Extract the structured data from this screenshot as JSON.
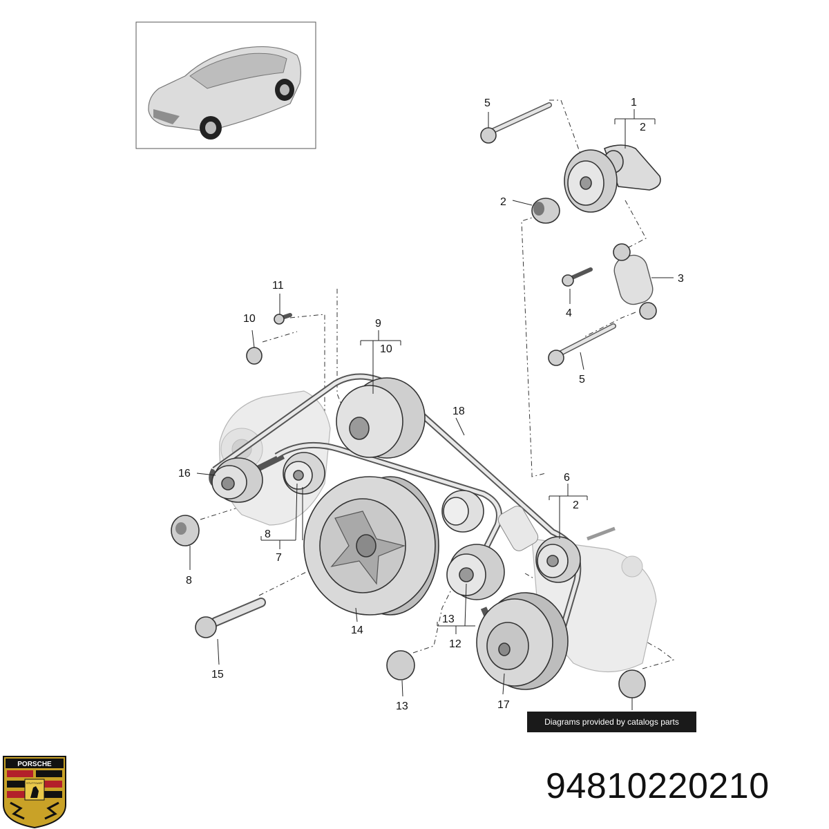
{
  "diagram": {
    "callouts": [
      {
        "id": "c1",
        "text": "1"
      },
      {
        "id": "c2a",
        "text": "2"
      },
      {
        "id": "c2b",
        "text": "2"
      },
      {
        "id": "c3",
        "text": "3"
      },
      {
        "id": "c4",
        "text": "4"
      },
      {
        "id": "c5a",
        "text": "5"
      },
      {
        "id": "c5b",
        "text": "5"
      },
      {
        "id": "c6",
        "text": "6"
      },
      {
        "id": "c2c",
        "text": "2"
      },
      {
        "id": "c7",
        "text": "7"
      },
      {
        "id": "c8a",
        "text": "8"
      },
      {
        "id": "c8b",
        "text": "8"
      },
      {
        "id": "c9",
        "text": "9"
      },
      {
        "id": "c10a",
        "text": "10"
      },
      {
        "id": "c10b",
        "text": "10"
      },
      {
        "id": "c11",
        "text": "11"
      },
      {
        "id": "c12",
        "text": "12"
      },
      {
        "id": "c13a",
        "text": "13"
      },
      {
        "id": "c13b",
        "text": "13"
      },
      {
        "id": "c14",
        "text": "14"
      },
      {
        "id": "c15",
        "text": "15"
      },
      {
        "id": "c16",
        "text": "16"
      },
      {
        "id": "c17",
        "text": "17"
      },
      {
        "id": "c18",
        "text": "18"
      }
    ]
  },
  "credit": "Diagrams provided by catalogs parts",
  "brand": {
    "logo_text": "PORSCHE",
    "crest_text": "STUTTGART"
  },
  "part_number": "94810220210",
  "colors": {
    "part_fill": "#d6d6d6",
    "part_dark": "#9a9a9a",
    "crest_gold": "#c9a227",
    "crest_red": "#b3202a",
    "crest_black": "#111111"
  }
}
